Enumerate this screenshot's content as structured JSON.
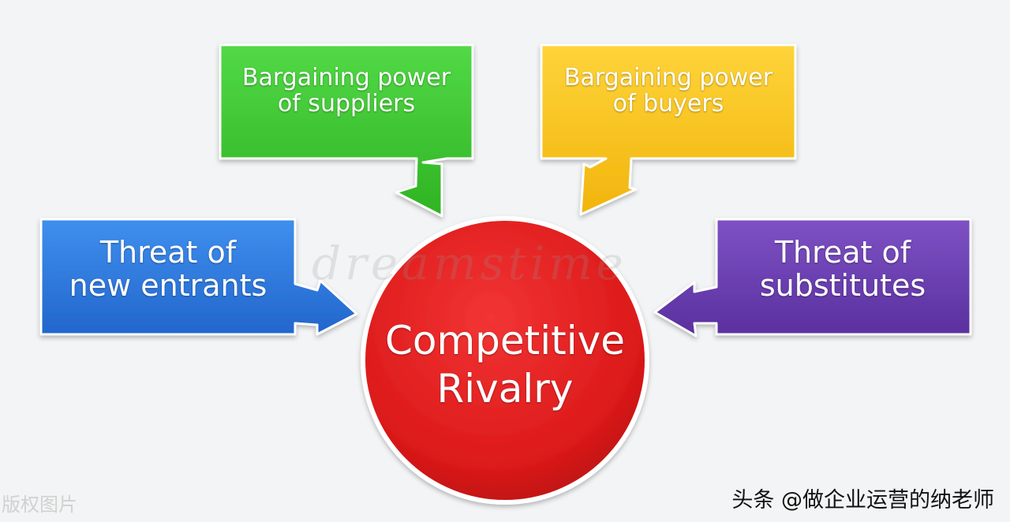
{
  "diagram": {
    "center": {
      "lines": [
        "Competitive",
        "Rivalry"
      ],
      "color": "#e01b1b"
    },
    "forces": [
      {
        "id": "suppliers",
        "lines": [
          "Bargaining power",
          "of suppliers"
        ],
        "color": "#3ec832"
      },
      {
        "id": "buyers",
        "lines": [
          "Bargaining power",
          "of buyers"
        ],
        "color": "#f7c21a"
      },
      {
        "id": "entrants",
        "lines": [
          "Threat of",
          "new entrants"
        ],
        "color": "#2f7de0"
      },
      {
        "id": "substitutes",
        "lines": [
          "Threat of",
          "substitutes"
        ],
        "color": "#6a3fb0"
      }
    ]
  },
  "watermark": "dreamstime",
  "corner_watermark": "版权图片",
  "credit": "头条 @做企业运营的纳老师"
}
